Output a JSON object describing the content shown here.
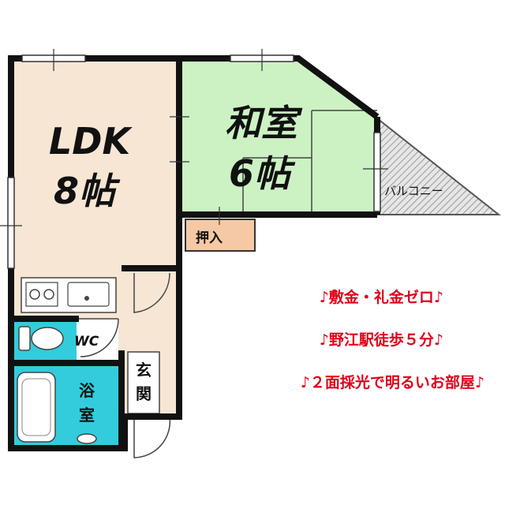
{
  "rooms": {
    "ldk_line1": "LDK",
    "ldk_line2": "8帖",
    "washitsu_line1": "和室",
    "washitsu_line2": "6帖",
    "oshiire": "押入",
    "balcony": "バルコニー",
    "wc": "WC",
    "bath_char1": "浴",
    "bath_char2": "室",
    "entrance_char1": "玄",
    "entrance_char2": "関"
  },
  "features": [
    "♪敷金・礼金ゼロ♪",
    "♪野江駅徒歩５分♪",
    "♪２面採光で明るいお部屋♪"
  ],
  "colors": {
    "ldk": "#f7e6d3",
    "washitsu": "#ccf2c4",
    "oshiire": "#f5c9a5",
    "wet_area": "#33ccdd",
    "balcony_hatch": "#999999",
    "wall": "#111111",
    "feature_text": "#e0001a"
  }
}
